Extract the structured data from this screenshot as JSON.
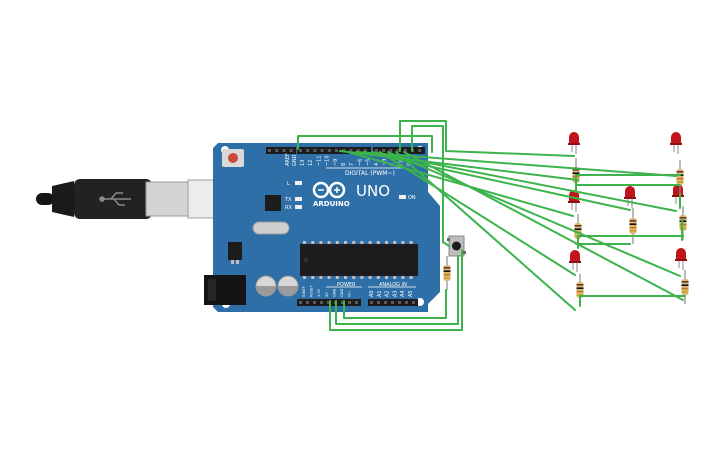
{
  "board": {
    "brand": "ARDUINO",
    "model": "UNO",
    "digital_label": "DIGITAL (PWM~)",
    "analog_label": "ANALOG IN",
    "power_label": "POWER",
    "on_label": "ON",
    "l_label": "L",
    "tx_label": "TX",
    "rx_label": "RX",
    "aref_label": "AREF",
    "gnd_label": "GND",
    "digital_pins": [
      "13",
      "12",
      "~11",
      "~10",
      "~9",
      "8",
      "7",
      "~6",
      "~5",
      "4",
      "~3",
      "2",
      "TX 1",
      "RX 0"
    ],
    "power_pins": [
      "IOREF",
      "RESET",
      "3.3V",
      "5V",
      "GND",
      "GND",
      "Vin"
    ],
    "analog_pins": [
      "A0",
      "A1",
      "A2",
      "A3",
      "A4",
      "A5"
    ],
    "colors": {
      "pcb": "#2f6fa7",
      "header": "#1c1c1c",
      "silk": "#ffffff"
    }
  },
  "components": {
    "usb_cable": "usb-connector",
    "pushbutton": "pushbutton",
    "led_count": 7,
    "resistor_count": 8,
    "led_color": "#c0161b",
    "wire_color": "#3cb44b"
  }
}
